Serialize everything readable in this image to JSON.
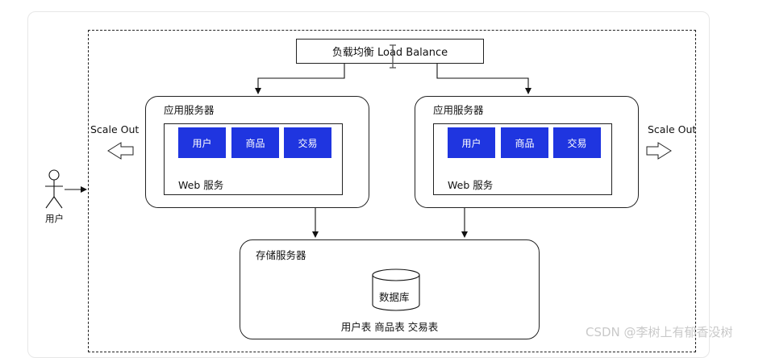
{
  "load_balancer": {
    "label": "负载均衡 Load Balance"
  },
  "app_servers": [
    {
      "title": "应用服务器",
      "web_label": "Web 服务",
      "modules": [
        "用户",
        "商品",
        "交易"
      ]
    },
    {
      "title": "应用服务器",
      "web_label": "Web 服务",
      "modules": [
        "用户",
        "商品",
        "交易"
      ]
    }
  ],
  "scale": {
    "left": "Scale Out",
    "right": "Scale Out"
  },
  "user": {
    "label": "用户"
  },
  "storage": {
    "title": "存储服务器",
    "database": "数据库",
    "tables": "用户表 商品表 交易表"
  },
  "watermark": "CSDN @李树上有郁香没树",
  "colors": {
    "module_bg": "#1f35e0",
    "module_text": "#ffffff"
  }
}
